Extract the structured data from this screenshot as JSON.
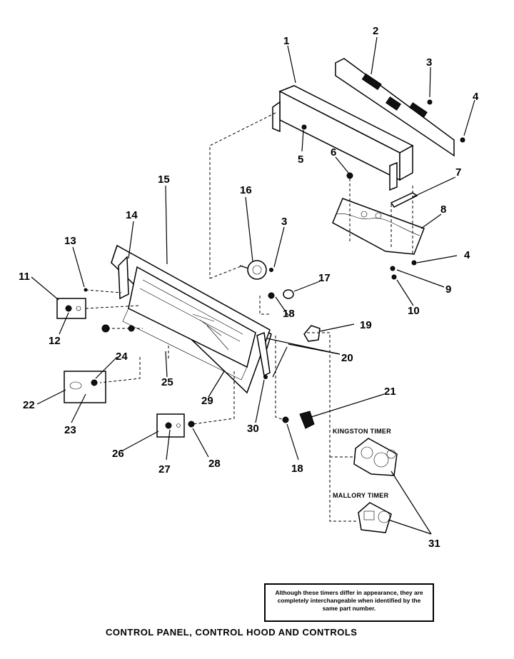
{
  "callouts": [
    {
      "id": "1",
      "label": "1"
    },
    {
      "id": "2",
      "label": "2"
    },
    {
      "id": "3a",
      "label": "3"
    },
    {
      "id": "4a",
      "label": "4"
    },
    {
      "id": "5",
      "label": "5"
    },
    {
      "id": "6",
      "label": "6"
    },
    {
      "id": "7",
      "label": "7"
    },
    {
      "id": "8",
      "label": "8"
    },
    {
      "id": "4b",
      "label": "4"
    },
    {
      "id": "9",
      "label": "9"
    },
    {
      "id": "10",
      "label": "10"
    },
    {
      "id": "15",
      "label": "15"
    },
    {
      "id": "16",
      "label": "16"
    },
    {
      "id": "3b",
      "label": "3"
    },
    {
      "id": "14",
      "label": "14"
    },
    {
      "id": "13",
      "label": "13"
    },
    {
      "id": "11",
      "label": "11"
    },
    {
      "id": "12",
      "label": "12"
    },
    {
      "id": "17",
      "label": "17"
    },
    {
      "id": "18a",
      "label": "18"
    },
    {
      "id": "19",
      "label": "19"
    },
    {
      "id": "20",
      "label": "20"
    },
    {
      "id": "24",
      "label": "24"
    },
    {
      "id": "25",
      "label": "25"
    },
    {
      "id": "29",
      "label": "29"
    },
    {
      "id": "22",
      "label": "22"
    },
    {
      "id": "23",
      "label": "23"
    },
    {
      "id": "21",
      "label": "21"
    },
    {
      "id": "30",
      "label": "30"
    },
    {
      "id": "26",
      "label": "26"
    },
    {
      "id": "27",
      "label": "27"
    },
    {
      "id": "28",
      "label": "28"
    },
    {
      "id": "18b",
      "label": "18"
    },
    {
      "id": "31",
      "label": "31"
    }
  ],
  "timer_labels": {
    "kingston": "KINGSTON TIMER",
    "mallory": "MALLORY TIMER"
  },
  "note": "Although these timers differ in appearance, they are completely interchangeable when identified by the same part number.",
  "title": "CONTROL PANEL, CONTROL HOOD AND CONTROLS"
}
